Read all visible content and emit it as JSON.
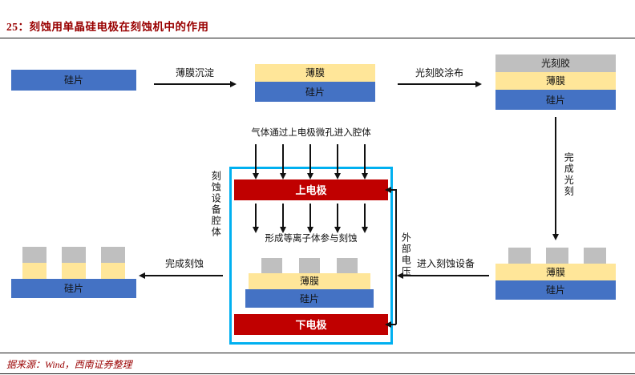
{
  "header": {
    "title": "25：刻蚀用单晶硅电极在刻蚀机中的作用"
  },
  "footer": {
    "source": "据来源：Wind，西南证券整理"
  },
  "labels": {
    "wafer": "硅片",
    "film": "薄膜",
    "photoresist": "光刻胶",
    "upper_electrode": "上电极",
    "lower_electrode": "下电极"
  },
  "steps": {
    "film_deposition": "薄膜沉淀",
    "photoresist_coating": "光刻胶涂布",
    "lithography_done": "完成光刻",
    "enter_etching_equipment": "进入刻蚀设备",
    "etching_done": "完成刻蚀"
  },
  "chamber": {
    "name": "刻蚀设备腔体",
    "gas_note": "气体通过上电极微孔进入腔体",
    "plasma_note": "形成等离子体参与刻蚀",
    "external_voltage": "外部电压"
  },
  "colors": {
    "wafer_blue": "#4472C4",
    "film_yellow": "#FFE699",
    "photoresist_gray": "#BFBFBF",
    "electrode_red": "#C00000",
    "chamber_border": "#00B0F0",
    "title_red": "#990000"
  }
}
